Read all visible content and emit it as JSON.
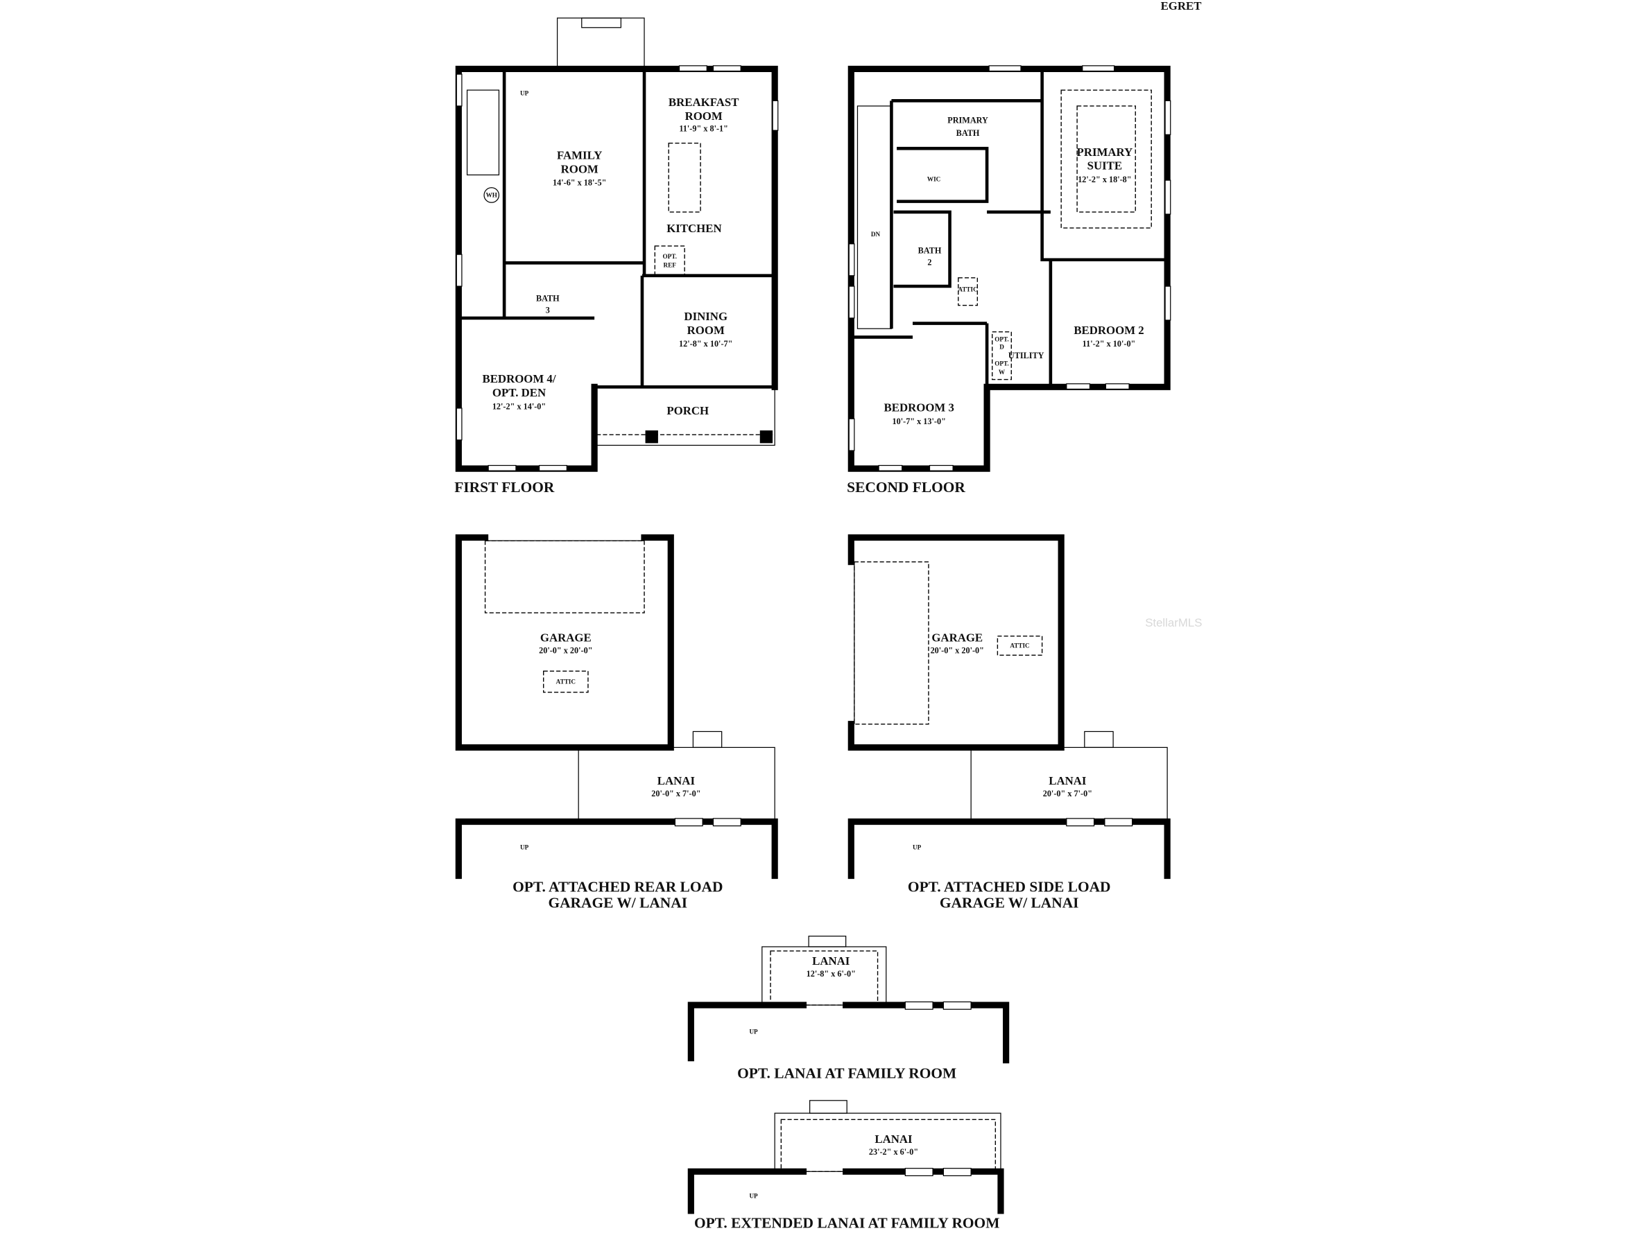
{
  "title": "EGRET",
  "watermark": "StellarMLS",
  "first_floor": {
    "caption": "FIRST FLOOR",
    "family_room": {
      "name1": "FAMILY",
      "name2": "ROOM",
      "dims": "14'-6\" x 18'-5\""
    },
    "breakfast_room": {
      "name1": "BREAKFAST",
      "name2": "ROOM",
      "dims": "11'-9\" x 8'-1\""
    },
    "kitchen": {
      "name": "KITCHEN"
    },
    "opt_ref": {
      "line1": "OPT.",
      "line2": "REF"
    },
    "bath3": {
      "name1": "BATH",
      "name2": "3"
    },
    "dining_room": {
      "name1": "DINING",
      "name2": "ROOM",
      "dims": "12'-8\" x 10'-7\""
    },
    "bedroom4": {
      "name1": "BEDROOM 4/",
      "name2": "OPT. DEN",
      "dims": "12'-2\" x 14'-0\""
    },
    "porch": {
      "name": "PORCH"
    },
    "wh": "WH",
    "up": "UP"
  },
  "second_floor": {
    "caption": "SECOND FLOOR",
    "primary_bath": {
      "name1": "PRIMARY",
      "name2": "BATH"
    },
    "primary_suite": {
      "name1": "PRIMARY",
      "name2": "SUITE",
      "dims": "12'-2\" x 18'-8\""
    },
    "wic": "WIC",
    "bath2": {
      "name1": "BATH",
      "name2": "2"
    },
    "dn": "DN",
    "attic": "ATTIC",
    "utility": "UTILITY",
    "opt_d": {
      "line1": "OPT.",
      "line2": "D"
    },
    "opt_w": {
      "line1": "OPT.",
      "line2": "W"
    },
    "bedroom2": {
      "name": "BEDROOM 2",
      "dims": "11'-2\" x 10'-0\""
    },
    "bedroom3": {
      "name": "BEDROOM 3",
      "dims": "10'-7\" x 13'-0\""
    }
  },
  "rear_load": {
    "caption1": "OPT. ATTACHED REAR LOAD",
    "caption2": "GARAGE W/ LANAI",
    "garage": {
      "name": "GARAGE",
      "dims": "20'-0\" x 20'-0\""
    },
    "attic": "ATTIC",
    "lanai": {
      "name": "LANAI",
      "dims": "20'-0\" x 7'-0\""
    },
    "up": "UP"
  },
  "side_load": {
    "caption1": "OPT. ATTACHED SIDE LOAD",
    "caption2": "GARAGE W/ LANAI",
    "garage": {
      "name": "GARAGE",
      "dims": "20'-0\" x 20'-0\""
    },
    "attic": "ATTIC",
    "lanai": {
      "name": "LANAI",
      "dims": "20'-0\" x 7'-0\""
    },
    "up": "UP"
  },
  "lanai_option": {
    "caption": "OPT. LANAI AT FAMILY ROOM",
    "lanai": {
      "name": "LANAI",
      "dims": "12'-8\" x 6'-0\""
    },
    "up": "UP"
  },
  "extended_lanai_option": {
    "caption": "OPT. EXTENDED LANAI AT FAMILY ROOM",
    "lanai": {
      "name": "LANAI",
      "dims": "23'-2\" x 6'-0\""
    },
    "up": "UP"
  }
}
